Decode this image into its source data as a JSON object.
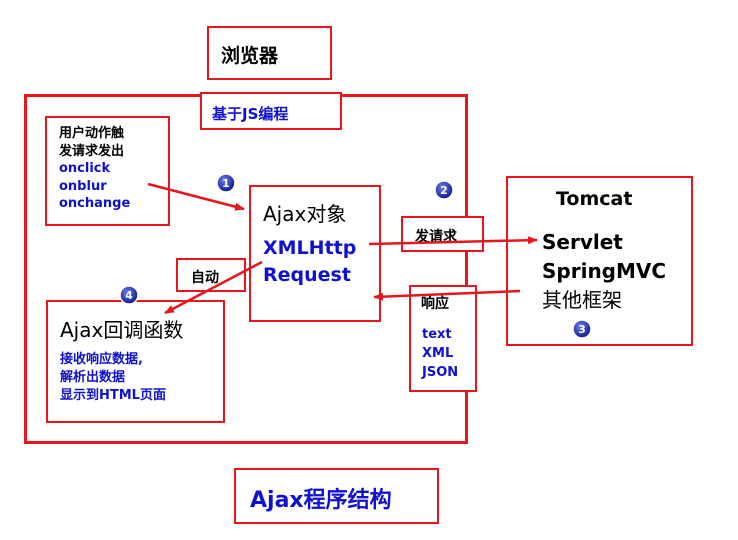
{
  "browser_title": "浏览器",
  "js_label": "基于JS编程",
  "trigger": {
    "lines": [
      "用户动作触",
      "发请求发出"
    ],
    "events": [
      "onclick",
      "onblur",
      "onchange"
    ]
  },
  "ajax_object": {
    "title": "Ajax对象",
    "lines": [
      "XMLHttp",
      "Request"
    ]
  },
  "callback": {
    "title": "Ajax回调函数",
    "lines": [
      "接收响应数据,",
      "解析出数据",
      "显示到HTML页面"
    ]
  },
  "server": {
    "title": "Tomcat",
    "items": [
      "Servlet",
      "SpringMVC",
      "其他框架"
    ]
  },
  "send_request_label": "发请求",
  "auto_label": "自动",
  "response": {
    "title": "响应",
    "formats": [
      "text",
      "XML",
      "JSON"
    ]
  },
  "steps": [
    "1",
    "2",
    "3",
    "4"
  ],
  "footer_title": "Ajax程序结构",
  "colors": {
    "border": "#e8161c",
    "text_blue": "#1010d0",
    "badge": "#1a2ab8"
  }
}
